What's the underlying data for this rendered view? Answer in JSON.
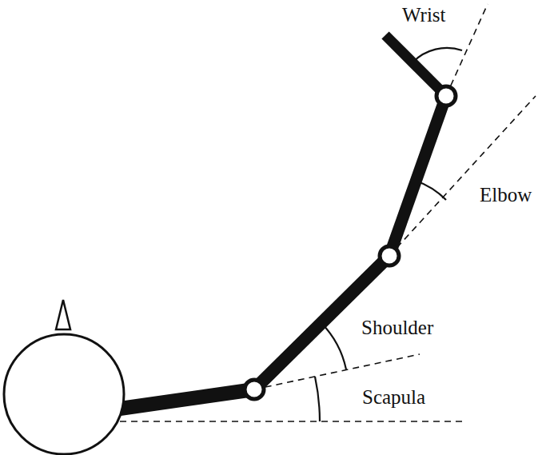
{
  "diagram": {
    "labels": [
      "Wrist",
      "Elbow",
      "Shoulder",
      "Scapula"
    ]
  }
}
